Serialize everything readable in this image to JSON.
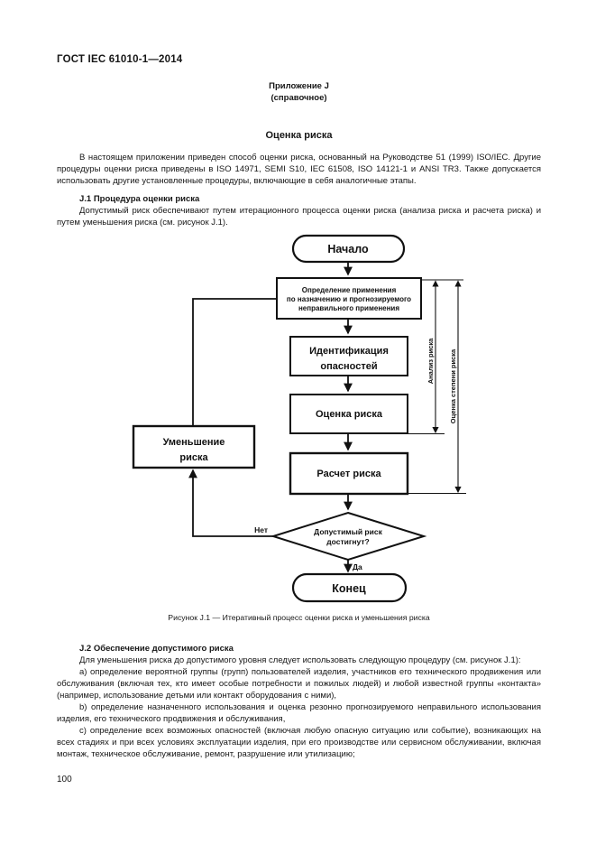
{
  "page": {
    "header": "ГОСТ IEC 61010-1—2014",
    "page_number": "100"
  },
  "annex": {
    "title_line1": "Приложение J",
    "title_line2": "(справочное)",
    "heading": "Оценка риска",
    "intro": "В настоящем приложении приведен способ оценки риска, основанный на Руководстве 51 (1999) ISO/IEC. Другие процедуры оценки риска приведены в ISO 14971, SEMI S10, IEC 61508, ISO 14121-1 и ANSI TR3. Также допускается использовать другие установленные процедуры, включающие в себя аналогичные этапы."
  },
  "section_j1": {
    "heading": "J.1  Процедура оценки риска",
    "text": "Допустимый риск обеспечивают путем итерационного процесса оценки риска (анализа риска и расчета риска) и путем уменьшения риска (см. рисунок J.1)."
  },
  "flowchart": {
    "start_label": "Начало",
    "box1_lines": [
      "Определение применения",
      "по назначению и прогнозируемого",
      "неправильного применения"
    ],
    "box2_lines": [
      "Идентификация",
      "опасностей"
    ],
    "box3_label": "Оценка риска",
    "box4_label": "Расчет риска",
    "reduce_lines": [
      "Уменьшение",
      "риска"
    ],
    "decision_lines": [
      "Допустимый риск",
      "достигнут?"
    ],
    "no_label": "Нет",
    "yes_label": "Да",
    "end_label": "Конец",
    "measure_inner_label": "Анализ риска",
    "measure_outer_label": "Оценка степени риска"
  },
  "figure_caption": "Рисунок  J.1 — Итеративный процесс оценки риска и уменьшения риска",
  "section_j2": {
    "heading": "J.2  Обеспечение допустимого риска",
    "intro": "Для уменьшения риска до допустимого уровня следует использовать следующую процедуру (см. рисунок J.1):",
    "items": [
      "a)  определение вероятной группы (групп) пользователей изделия, участников его технического продвижения или обслуживания (включая тех, кто имеет особые потребности и пожилых людей) и любой известной группы «контакта» (например, использование детьми или контакт оборудования с ними),",
      "b)  определение назначенного использования и оценка резонно прогнозируемого неправильного использования изделия, его технического продвижения и обслуживания,",
      "c)  определение всех возможных опасностей (включая любую опасную ситуацию или событие), возникающих на всех стадиях и при всех условиях эксплуатации изделия, при его производстве или сервисном обслуживании, включая монтаж, техническое обслуживание, ремонт, разрушение или утилизацию;"
    ]
  }
}
